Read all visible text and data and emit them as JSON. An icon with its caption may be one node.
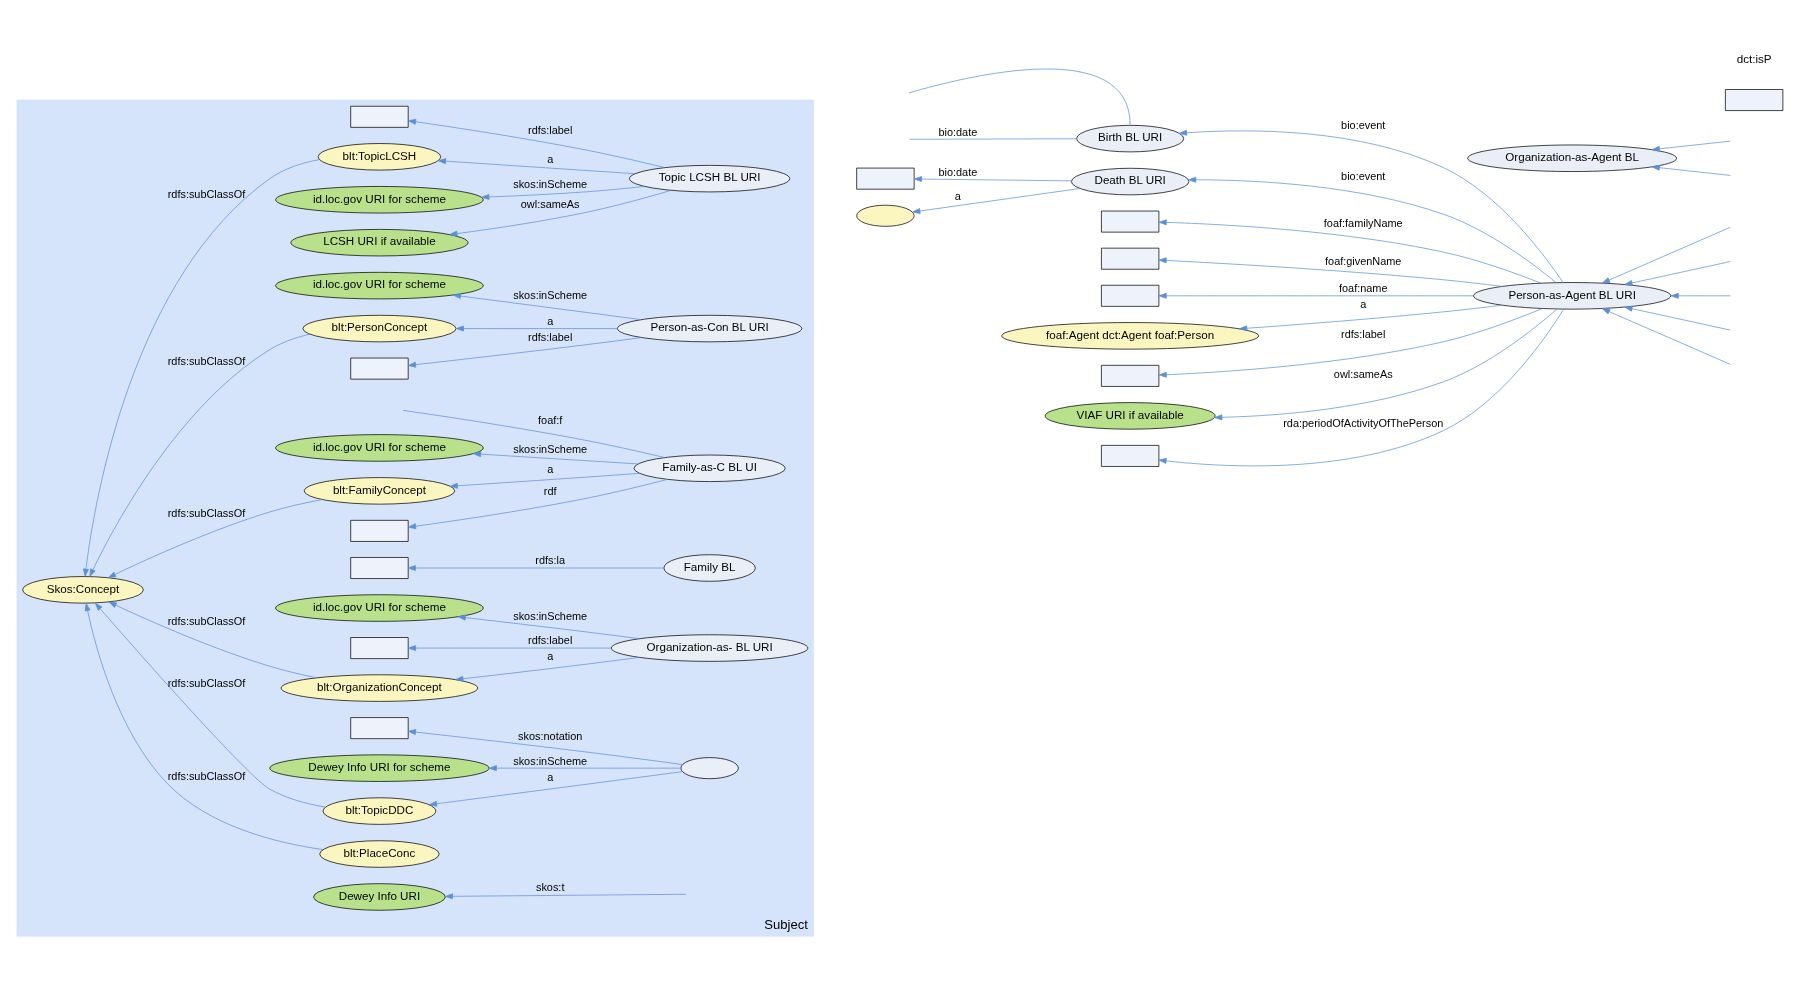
{
  "diagram": {
    "nodes": [
      {
        "text": [
          "Subject"
        ]
      },
      {
        "text": [
          "LCSH URI if available"
        ],
        "in": 0
      },
      {
        "text": [
          "id.loc.gov URI for scheme"
        ],
        "in": 0
      },
      {
        "text": [
          "Topic LCSH BL URI"
        ],
        "in": 0
      },
      {
        "text": [
          "blt:TopicLCSH"
        ],
        "in": 0
      },
      {
        "text": [],
        "shape": "box",
        "in": 0
      },
      {
        "text": [],
        "shape": "box",
        "in": 0
      },
      {
        "text": [
          "Person-as-Con BL URI"
        ],
        "in": 0
      },
      {
        "text": [
          "blt:PersonConcept"
        ],
        "in": 0
      },
      {
        "text": [
          "id.loc.gov URI for scheme"
        ],
        "in": 0
      },
      {
        "text": [
          "Skos:Concept"
        ],
        "in": 0
      },
      {
        "text": [],
        "shape": "box",
        "in": 0
      },
      {
        "text": [
          "Family-as-C BL UI"
        ],
        "in": 0
      },
      {
        "text": [
          "blt:FamilyConcept"
        ],
        "in": 0
      },
      {
        "text": [
          "id.loc.gov URI for scheme"
        ],
        "in": 0
      },
      {
        "text": [
          "Family BL"
        ],
        "in": 0
      },
      {
        "text": [],
        "shape": "box",
        "in": 0
      },
      {
        "text": [
          "Organization-as- BL URI"
        ],
        "in": 0
      },
      {
        "text": [
          "blt:OrganizationConcept"
        ],
        "in": 0
      },
      {
        "text": [],
        "shape": "box",
        "in": 0
      },
      {
        "text": [
          "id.loc.gov URI for scheme"
        ],
        "in": 0
      },
      {
        "text": [
          "blt:TopicDDC"
        ],
        "in": 0
      },
      {
        "text": [],
        "shape": "ellipse",
        "in": 0
      },
      {
        "text": [
          "Dewey Info URI for scheme"
        ],
        "in": 0
      },
      {
        "text": [],
        "shape": "box",
        "in": 0
      },
      {
        "text": [
          "Dewey Info URI"
        ],
        "in": 0
      },
      {
        "text": [
          "blt:PlaceConc"
        ],
        "in": 0
      },
      {
        "text": [],
        "shape": "box"
      },
      {
        "text": [],
        "shape": "ellipse"
      },
      {
        "text": [
          "Birth BL URI"
        ]
      },
      {
        "text": [
          "Death BL URI"
        ]
      },
      {
        "text": [],
        "shape": "box"
      },
      {
        "text": [],
        "shape": "box"
      },
      {
        "text": [],
        "shape": "box"
      },
      {
        "text": [
          "Person-as-Agent BL URI"
        ]
      },
      {
        "text": [
          "foaf:Agent dct:Agent foaf:Person"
        ]
      },
      {
        "text": [],
        "shape": "box"
      },
      {
        "text": [
          "VIAF URI if available"
        ]
      },
      {
        "text": [],
        "shape": "box"
      },
      {
        "text": [
          "Organization-as-Agent BL"
        ]
      },
      {
        "text": [],
        "shape": "box"
      }
    ],
    "edges": [
      {
        "from": 3,
        "to": 1,
        "arrow": "to",
        "label": "owl:sameAs"
      },
      {
        "from": 3,
        "to": 2,
        "arrow": "to",
        "label": "skos:inScheme"
      },
      {
        "from": 3,
        "to": 4,
        "arrow": "to",
        "label": "a"
      },
      {
        "from": 3,
        "to": 5,
        "arrow": "to",
        "label": "rdfs:label"
      },
      {
        "from": 4,
        "to": 10,
        "arrow": "to",
        "label": "rdfs:subClassOf"
      },
      {
        "from": 7,
        "to": 6,
        "arrow": "to",
        "label": "rdfs:label"
      },
      {
        "from": 7,
        "to": 8,
        "arrow": "to",
        "label": "a"
      },
      {
        "from": 7,
        "to": 9,
        "arrow": "to",
        "label": "skos:inScheme"
      },
      {
        "from": 8,
        "to": 10,
        "arrow": "to",
        "label": "rdfs:subClassOf"
      },
      {
        "from": 12,
        "to": 11,
        "arrow": "to",
        "label": "rdf"
      },
      {
        "from": 12,
        "to": 13,
        "arrow": "to",
        "label": "a"
      },
      {
        "from": 12,
        "to": 14,
        "arrow": "to",
        "label": "skos:inScheme"
      },
      {
        "from": 12,
        "to": null,
        "arrow": "none",
        "label": "foaf:f"
      },
      {
        "from": 13,
        "to": 10,
        "arrow": "to",
        "label": "rdfs:subClassOf"
      },
      {
        "from": 15,
        "to": 16,
        "arrow": "to",
        "label": "rdfs:la"
      },
      {
        "from": 17,
        "to": 18,
        "arrow": "to",
        "label": "a"
      },
      {
        "from": 17,
        "to": 19,
        "arrow": "to",
        "label": "rdfs:label"
      },
      {
        "from": 17,
        "to": 20,
        "arrow": "to",
        "label": "skos:inScheme"
      },
      {
        "from": 18,
        "to": 10,
        "arrow": "to",
        "label": "rdfs:subClassOf"
      },
      {
        "from": 21,
        "to": 10,
        "arrow": "to",
        "label": "rdfs:subClassOf"
      },
      {
        "from": 22,
        "to": 21,
        "arrow": "to",
        "label": "a"
      },
      {
        "from": 22,
        "to": 23,
        "arrow": "to",
        "label": "skos:inScheme"
      },
      {
        "from": 22,
        "to": 24,
        "arrow": "to",
        "label": "skos:notation"
      },
      {
        "from": null,
        "to": 25,
        "arrow": "to",
        "label": "skos:t"
      },
      {
        "from": 26,
        "to": 10,
        "arrow": "to",
        "label": "rdfs:subClassOf"
      },
      {
        "from": 30,
        "to": 27,
        "arrow": "to",
        "label": "bio:date"
      },
      {
        "from": 30,
        "to": 28,
        "arrow": "to",
        "label": "a"
      },
      {
        "from": 29,
        "to": null,
        "arrow": "none"
      },
      {
        "from": 29,
        "to": null,
        "arrow": "none",
        "label": "bio:date"
      },
      {
        "from": 34,
        "to": 30,
        "arrow": "to",
        "label": "bio:event"
      },
      {
        "from": 34,
        "to": 29,
        "arrow": "to",
        "label": "bio:event"
      },
      {
        "from": 34,
        "to": 31,
        "arrow": "to",
        "label": "foaf:familyName"
      },
      {
        "from": 34,
        "to": 32,
        "arrow": "to",
        "label": "foaf:givenName"
      },
      {
        "from": 34,
        "to": 33,
        "arrow": "to",
        "label": "foaf:name"
      },
      {
        "from": 34,
        "to": 35,
        "arrow": "to",
        "label": "a"
      },
      {
        "from": 34,
        "to": 37,
        "arrow": "to",
        "label": "owl:sameAs"
      },
      {
        "from": 34,
        "to": 36,
        "arrow": "to",
        "label": "rdfs:label"
      },
      {
        "from": 34,
        "to": 38,
        "arrow": "to",
        "label": "rda:periodOfActivityOfThePerson"
      },
      {
        "from": null,
        "to": 34,
        "arrow": "to"
      },
      {
        "from": null,
        "to": 34,
        "arrow": "to"
      },
      {
        "from": null,
        "to": 34,
        "arrow": "to"
      },
      {
        "from": null,
        "to": 34,
        "arrow": "to"
      },
      {
        "from": null,
        "to": 34,
        "arrow": "to"
      },
      {
        "from": null,
        "to": 39,
        "arrow": "to"
      },
      {
        "from": null,
        "to": 39,
        "arrow": "to"
      }
    ],
    "labels": [
      "dct:isP"
    ]
  }
}
